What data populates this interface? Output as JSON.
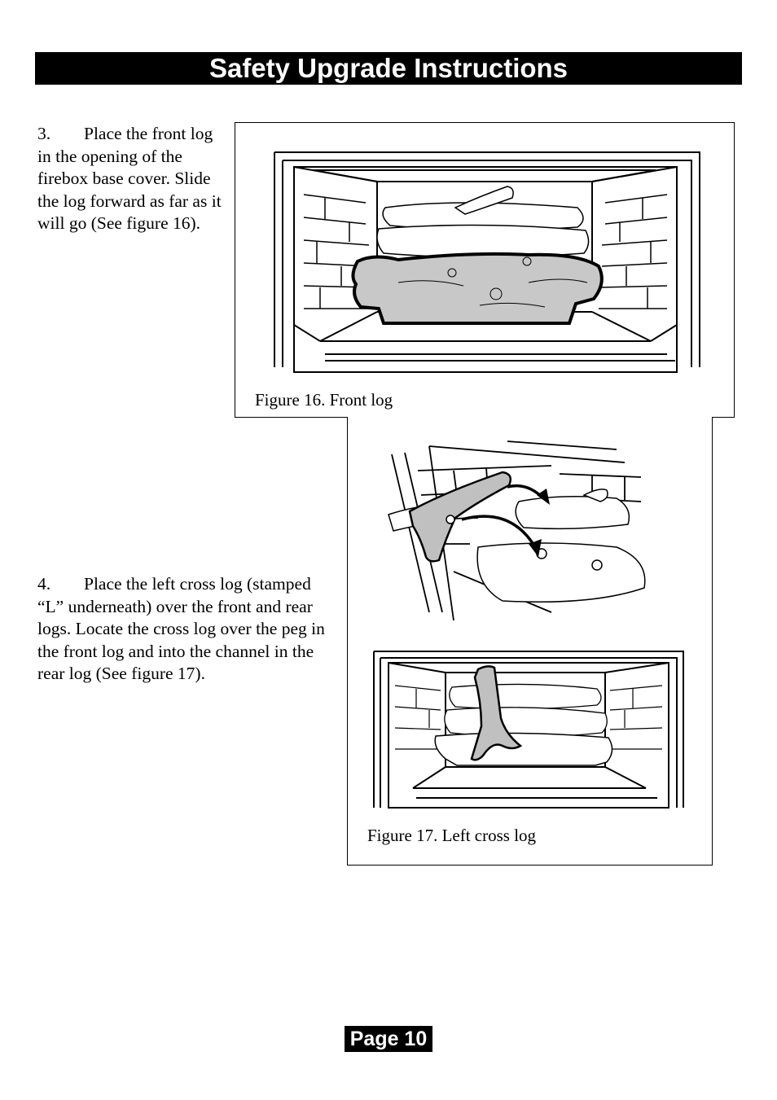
{
  "header": {
    "title": "Safety Upgrade Instructions"
  },
  "steps": [
    {
      "number": "3.",
      "text": "Place the front log in the opening of the firebox base cover. Slide the log forward as far as it will go (See figure 16)."
    },
    {
      "number": "4.",
      "text": "Place the left cross log (stamped “L” underneath) over the front and rear logs. Locate the cross log over the peg in the front log and into the channel in the rear log (See figure 17)."
    }
  ],
  "figures": [
    {
      "caption": "Figure 16. Front log"
    },
    {
      "caption": "Figure 17. Left cross log"
    }
  ],
  "footer": {
    "page_label": "Page 10"
  }
}
